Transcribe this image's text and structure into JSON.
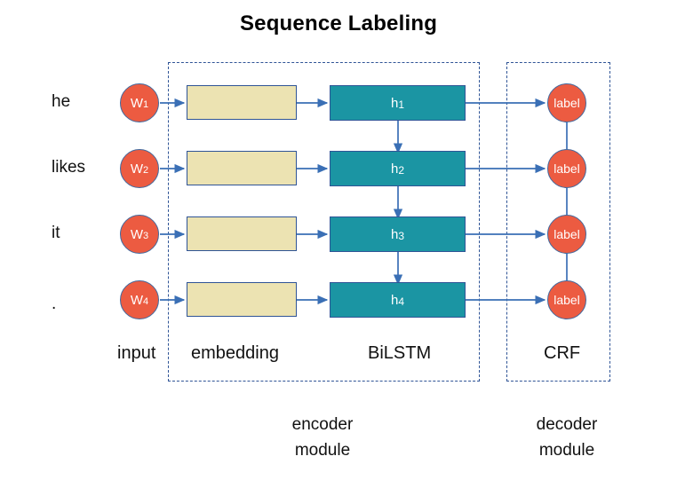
{
  "title": "Sequence Labeling",
  "inputs": [
    {
      "word": "he",
      "token": "W",
      "token_sub": "1",
      "hidden": "h",
      "hidden_sub": "1",
      "label": "label"
    },
    {
      "word": "likes",
      "token": "W",
      "token_sub": "2",
      "hidden": "h",
      "hidden_sub": "2",
      "label": "label"
    },
    {
      "word": "it",
      "token": "W",
      "token_sub": "3",
      "hidden": "h",
      "hidden_sub": "3",
      "label": "label"
    },
    {
      "word": ".",
      "token": "W",
      "token_sub": "4",
      "hidden": "h",
      "hidden_sub": "4",
      "label": "label"
    }
  ],
  "column_labels": {
    "input": "input",
    "embedding": "embedding",
    "bilstm": "BiLSTM",
    "crf": "CRF"
  },
  "module_labels": {
    "encoder": "encoder\nmodule",
    "decoder": "decoder\nmodule"
  },
  "colors": {
    "token_circle": "#ec5b41",
    "embedding_box": "#ece3b2",
    "lstm_box": "#1b95a3",
    "border_blue": "#2f5496",
    "arrow_blue": "#3a6fb5",
    "text_dark": "#111111",
    "background": "#ffffff"
  }
}
